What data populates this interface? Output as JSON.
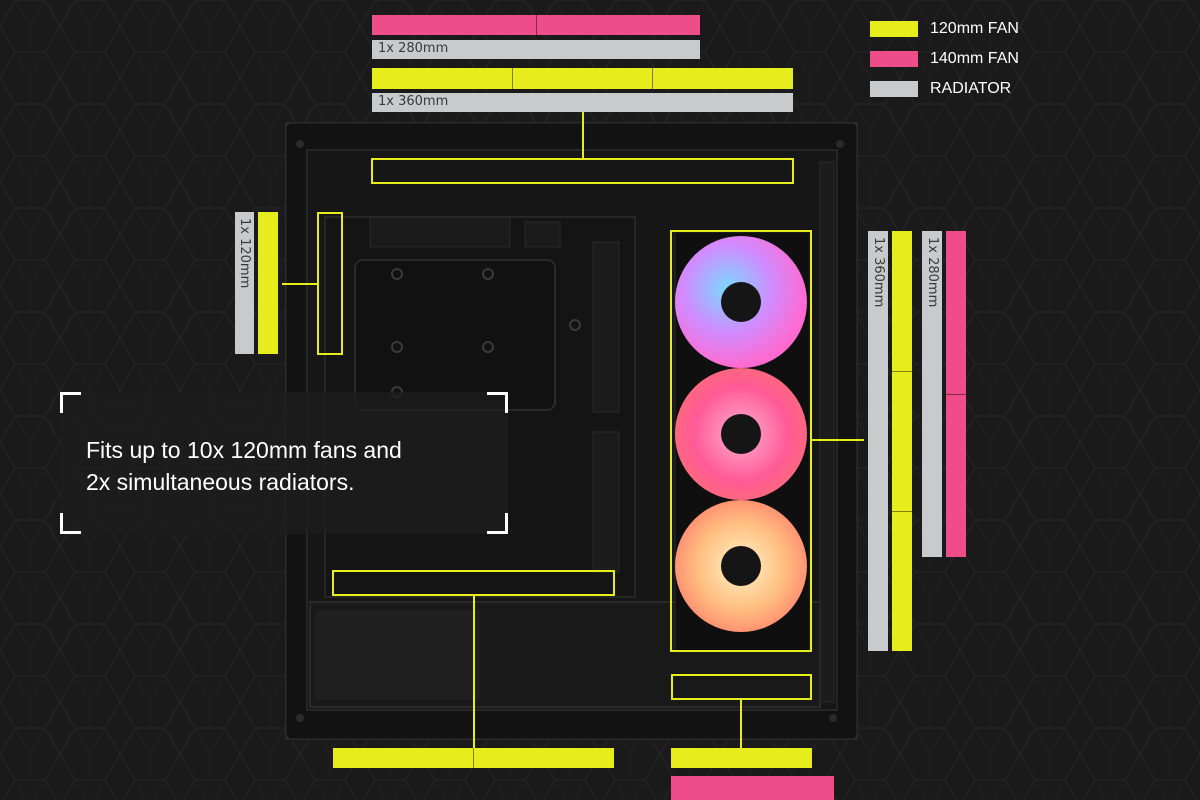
{
  "legend": [
    {
      "label": "120mm FAN",
      "color": "#e7ec1c"
    },
    {
      "label": "140mm FAN",
      "color": "#ee4d8a"
    },
    {
      "label": "RADIATOR",
      "color": "#c9cacb"
    }
  ],
  "top_mounts": {
    "radiator_280_label": "1x 280mm",
    "radiator_360_label": "1x 360mm"
  },
  "rear_mount": {
    "radiator_120_label": "1x 120mm"
  },
  "side_mounts": {
    "radiator_360_label": "1x 360mm",
    "radiator_280_label": "1x 280mm"
  },
  "callout": {
    "line1": "Fits up to 10x 120mm fans and",
    "line2": "2x simultaneous radiators."
  },
  "colors": {
    "fan120": "#e7ec1c",
    "fan140": "#ee4d8a",
    "radiator": "#c9cacb",
    "background": "#1a1a1b"
  }
}
